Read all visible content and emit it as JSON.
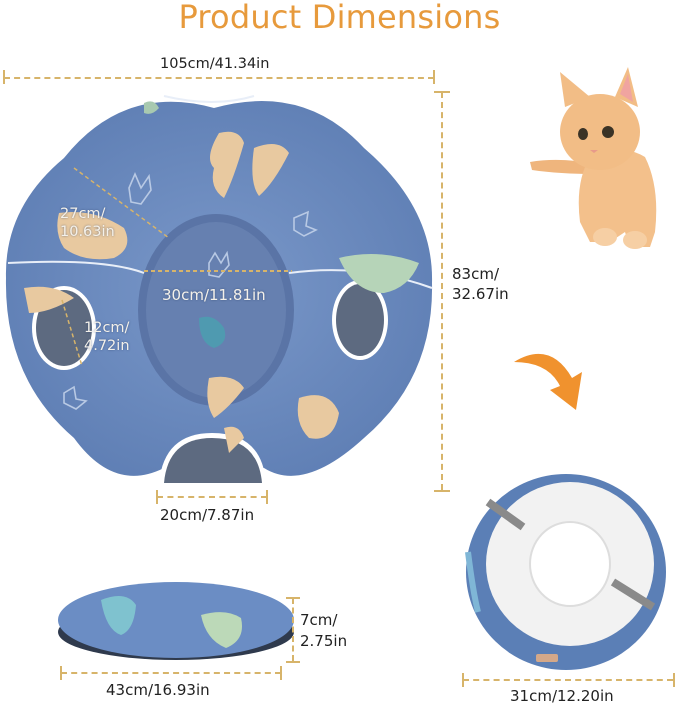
{
  "title": "Product Dimensions",
  "colors": {
    "title": "#E79A3C",
    "dimension_line": "#D7B46A",
    "arrow": "#F0922E",
    "fabric_blue": "#6F8DBF",
    "lining_white": "#F2F2F2"
  },
  "dimensions": {
    "tunnel_width": "105cm/41.34in",
    "tunnel_height_cm": "83cm/",
    "tunnel_height_in": "32.67in",
    "tube_diameter_cm": "27cm/",
    "tube_diameter_in": "10.63in",
    "center_diameter": "30cm/11.81in",
    "hole_cm": "12cm/",
    "hole_in": "4.72in",
    "entrance_width": "20cm/7.87in",
    "cushion_height_cm": "7cm/",
    "cushion_height_in": "2.75in",
    "cushion_width": "43cm/16.93in",
    "folded_width": "31cm/12.20in"
  },
  "icons": {
    "fold_arrow": "curved-arrow-down-right"
  },
  "images": {
    "main": "donut cat tunnel with dinosaur pattern",
    "kitten": "orange kitten",
    "cushion": "round cushion mat",
    "folded": "folded tunnel"
  }
}
